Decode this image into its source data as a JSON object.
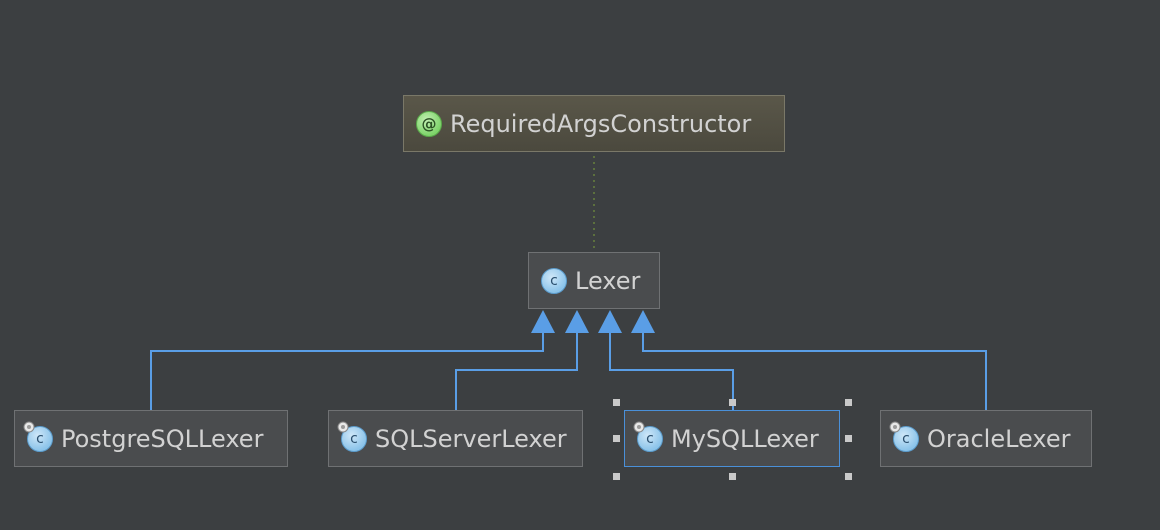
{
  "diagram": {
    "annotation_node": {
      "label": "RequiredArgsConstructor",
      "icon": "annotation-icon",
      "icon_glyph": "@"
    },
    "parent_node": {
      "label": "Lexer",
      "icon": "class-icon",
      "icon_glyph": "c"
    },
    "child_nodes": [
      {
        "label": "PostgreSQLLexer",
        "icon": "class-icon",
        "icon_glyph": "c"
      },
      {
        "label": "SQLServerLexer",
        "icon": "class-icon",
        "icon_glyph": "c"
      },
      {
        "label": "MySQLLexer",
        "icon": "class-icon",
        "icon_glyph": "c",
        "selected": true
      },
      {
        "label": "OracleLexer",
        "icon": "class-icon",
        "icon_glyph": "c"
      }
    ],
    "colors": {
      "background": "#3c3f41",
      "inheritance_edge": "#5a9ee6",
      "annotation_edge": "#6e8b3d",
      "selection": "#4a90d9"
    }
  }
}
